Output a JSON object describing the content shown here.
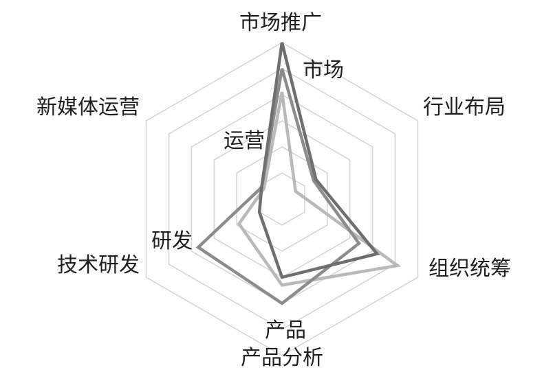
{
  "chart_data": {
    "type": "radar",
    "axes": [
      "市场推广",
      "行业布局",
      "组织统筹",
      "产品分析",
      "技术研发",
      "新媒体运营"
    ],
    "rlim": [
      0,
      6
    ],
    "grid": true,
    "grid_levels": 6,
    "series": [
      {
        "values": [
          4.1,
          0.6,
          5.1,
          3.3,
          1.9,
          0.8
        ],
        "color": "#b9b9b9"
      },
      {
        "values": [
          5.0,
          1.4,
          3.4,
          4.0,
          3.7,
          0.9
        ],
        "color": "#8c8c8c"
      },
      {
        "values": [
          6.0,
          1.5,
          4.2,
          3.0,
          1.0,
          0.9
        ],
        "color": "#6f6f6f"
      }
    ],
    "annotations": [
      "市场",
      "运营",
      "研发",
      "产品"
    ]
  }
}
